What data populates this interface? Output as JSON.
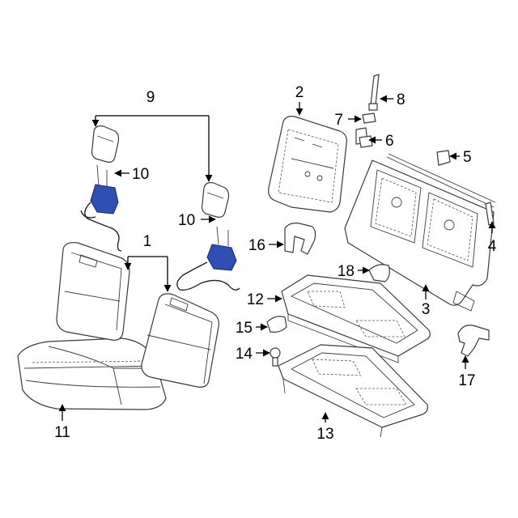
{
  "callouts": {
    "c1": "1",
    "c2": "2",
    "c3": "3",
    "c4": "4",
    "c5": "5",
    "c6": "6",
    "c7": "7",
    "c8": "8",
    "c9": "9",
    "c10a": "10",
    "c10b": "10",
    "c11": "11",
    "c12": "12",
    "c13": "13",
    "c14": "14",
    "c15": "15",
    "c16": "16",
    "c17": "17",
    "c18": "18"
  },
  "colors": {
    "highlight": "#2f4fb5",
    "line": "#3a3a3a",
    "background": "#ffffff"
  }
}
